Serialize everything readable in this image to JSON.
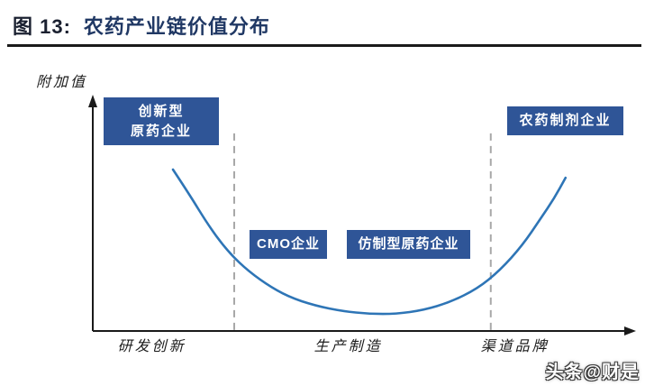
{
  "figure": {
    "label": "图 13:",
    "title": "农药产业链价值分布"
  },
  "chart": {
    "y_axis_label": "附加值",
    "boxes": {
      "innovator_line1": "创新型",
      "innovator_line2": "原药企业",
      "formulation": "农药制剂企业",
      "cmo": "CMO企业",
      "generic": "仿制型原药企业"
    }
  },
  "watermark": "头条@财是",
  "colors": {
    "title_navy": "#203864",
    "figure_label_dark": "#1a2030",
    "box_blue": "#2F5597",
    "curve_blue": "#2E75B6",
    "dash_gray": "#A8A8A8",
    "axis_black": "#1a1a1a"
  },
  "chart_data": {
    "type": "line",
    "title": "农药产业链价值分布",
    "ylabel": "附加值",
    "xlabel": "",
    "x_stages": [
      {
        "label": "研发创新",
        "pos": 11
      },
      {
        "label": "生产制造",
        "pos": 47.5
      },
      {
        "label": "渠道品牌",
        "pos": 78.5
      }
    ],
    "stage_boundaries": [
      26.3,
      74.0
    ],
    "boundary_top": 84.6,
    "series": [
      {
        "name": "附加值",
        "x": [
          14.9,
          17.9,
          21.3,
          24.6,
          28,
          32.2,
          36.3,
          41.4,
          46.4,
          51.4,
          56.4,
          61.5,
          66.5,
          71.5,
          75.7,
          79.9,
          83.2,
          85.8,
          87.9
        ],
        "values": [
          69.1,
          58.7,
          45.9,
          35.5,
          27.4,
          20.1,
          14.7,
          10.8,
          8.5,
          7.3,
          7.3,
          8.9,
          12.4,
          18.1,
          25.9,
          36.7,
          47.9,
          56.8,
          65.6
        ]
      }
    ],
    "annotations": [
      "创新型原药企业",
      "CMO企业",
      "仿制型原药企业",
      "农药制剂企业"
    ],
    "curve_shape": "U型微笑曲线",
    "grid": false,
    "legend": "none"
  }
}
